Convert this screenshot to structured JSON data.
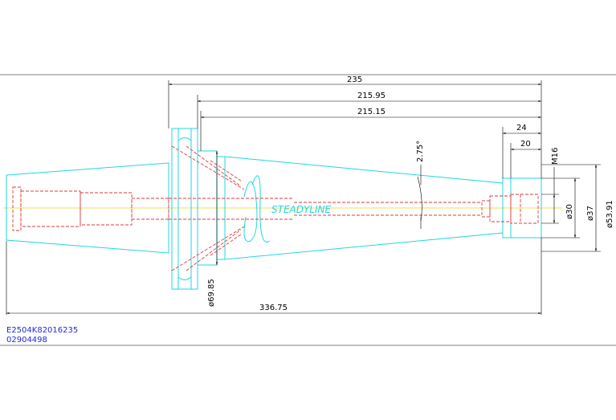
{
  "drawing": {
    "colors": {
      "outline": "#20d6e0",
      "hidden": "#e33a3a",
      "center": "#e6d419",
      "dimension": "#000000",
      "code_text": "#2626d9"
    },
    "dimensions": {
      "overall_length": "235",
      "length_2": "215.95",
      "length_3": "215.15",
      "total_length": "336.75",
      "end_length_1": "24",
      "end_length_2": "20",
      "thread": "M16",
      "dia_inner": "ø30",
      "dia_mid": "ø37",
      "dia_outer": "ø53.91",
      "dia_flange": "ø69.85",
      "angle": "2.75°"
    },
    "brand_text": "STEADYLINE",
    "item_code": "E2504K82016235",
    "part_number": "02904498"
  }
}
